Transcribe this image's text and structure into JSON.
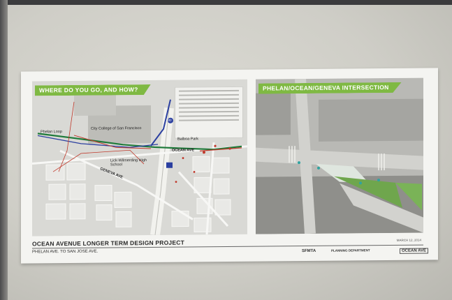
{
  "poster": {
    "left_banner": "WHERE DO YOU GO, AND HOW?",
    "right_banner": "PHELAN/OCEAN/GENEVA INTERSECTION",
    "title": "OCEAN AVENUE LONGER TERM DESIGN PROJECT",
    "subtitle": "PHELAN AVE. TO SAN JOSE AVE.",
    "date": "MARCH 12, 2014",
    "map_labels": {
      "city_college": "City College of San Francisco",
      "balboa_park": "Balboa Park",
      "ocean_ave": "OCEAN AVE",
      "geneva_ave": "GENEVA AVE",
      "phelan_loop": "Phelan Loop",
      "lick_wilmerding": "Lick-Wilmerding High School",
      "interstate": "280"
    },
    "logos": {
      "sfmta": "SFMTA",
      "planning": "PLANNING DEPARTMENT",
      "ocean_ave": "OCEAN AVE"
    }
  },
  "colors": {
    "banner_green": "#7fb943",
    "route_green": "#1f7a3a",
    "route_blue": "#2b3fa0",
    "route_red": "#c0392b"
  }
}
